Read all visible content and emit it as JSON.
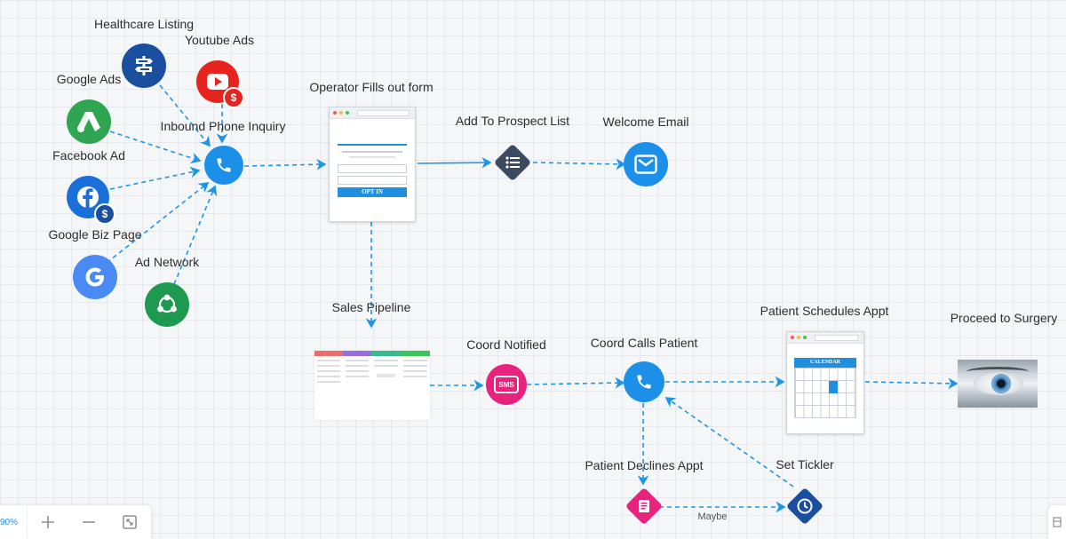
{
  "labels": {
    "healthcare_listing": "Healthcare Listing",
    "youtube_ads": "Youtube Ads",
    "google_ads": "Google Ads",
    "inbound_phone": "Inbound Phone Inquiry",
    "facebook_ad": "Facebook Ad",
    "google_biz": "Google Biz Page",
    "ad_network": "Ad Network",
    "operator_form": "Operator Fills out form",
    "prospect_list": "Add To Prospect List",
    "welcome_email": "Welcome Email",
    "sales_pipeline": "Sales Pipeline",
    "coord_notified": "Coord Notified",
    "coord_calls": "Coord Calls Patient",
    "patient_schedules": "Patient Schedules Appt",
    "proceed_surgery": "Proceed to Surgery",
    "patient_declines": "Patient Declines Appt",
    "set_tickler": "Set Tickler",
    "maybe": "Maybe"
  },
  "form_card": {
    "button": "OPT IN"
  },
  "calendar_card": {
    "header": "CALENDAR"
  },
  "sms_icon": {
    "text": "SMS"
  },
  "zoom": {
    "level": "90%"
  },
  "icons": {
    "healthcare": "signpost-icon",
    "youtube": "youtube-dollar-icon",
    "google_ads": "google-ads-icon",
    "phone": "phone-icon",
    "facebook": "facebook-dollar-icon",
    "google": "google-icon",
    "ad_network": "network-icon",
    "list": "list-icon",
    "email": "email-icon",
    "sms": "sms-icon",
    "form": "form-icon",
    "clock": "clock-icon"
  },
  "colors": {
    "wire": "#1e96e6",
    "phone_blue": "#1c90e8",
    "youtube_red": "#e52420",
    "sms_pink": "#e8237e",
    "network_green": "#1d9a4f",
    "google_blue": "#4a8af4",
    "diamond_dark": "#3b4a60"
  }
}
